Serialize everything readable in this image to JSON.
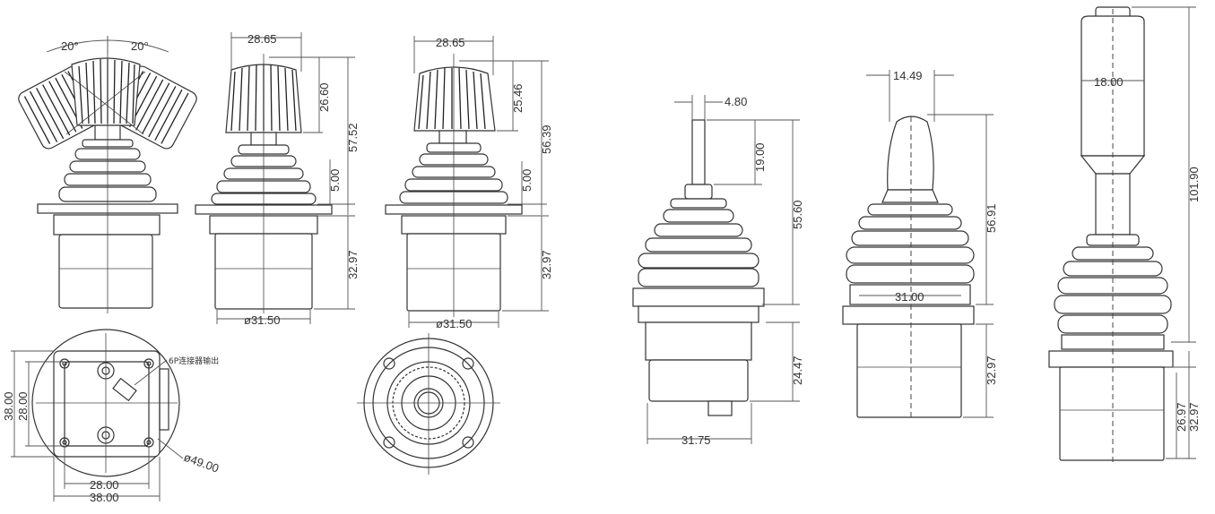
{
  "labels": {
    "angle_left": "20°",
    "angle_right": "20°",
    "top_width_a": "28.65",
    "knob_height_a": "26.60",
    "total_height_a": "57.52",
    "boot_step_a": "5.00",
    "body_height_a": "32.97",
    "base_dia_a": "ø31.50",
    "top_width_b": "28.65",
    "knob_height_b": "25.46",
    "total_height_b": "56.39",
    "boot_step_b": "5.00",
    "body_height_b": "32.97",
    "base_dia_b": "ø31.50",
    "sq_38_v": "38.00",
    "sq_28_v": "28.00",
    "sq_28_h": "28.00",
    "sq_38_h": "38.00",
    "connector_note": "6P连接器输出",
    "flange_dia": "ø49.00",
    "shaft_dia": "4.80",
    "shaft_len": "19.00",
    "total_c": "55.60",
    "body_c": "24.47",
    "base_c": "31.75",
    "grip_w": "14.49",
    "total_d": "56.91",
    "boot_d": "31.00",
    "body_d": "32.97",
    "handle_w": "18.00",
    "total_e": "101.90",
    "body_e1": "26.97",
    "body_e2": "32.97"
  }
}
